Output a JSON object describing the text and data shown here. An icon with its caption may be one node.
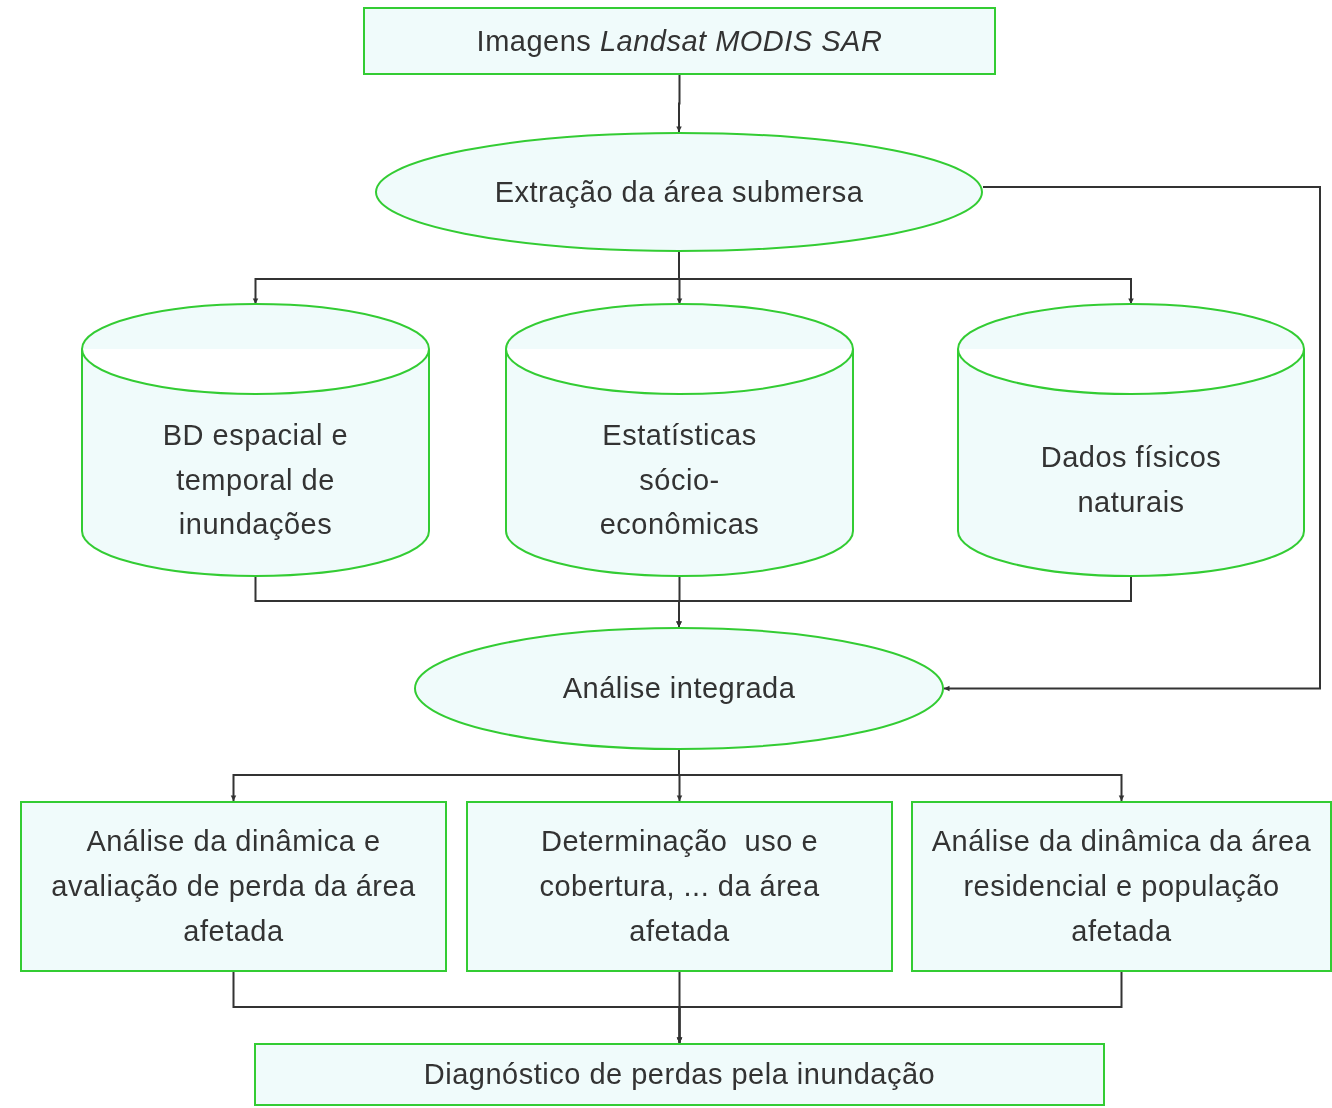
{
  "diagram": {
    "nodes": [
      {
        "text": [
          "Imagens *Landsat MODIS SAR*"
        ]
      },
      {
        "text": [
          "Extração da área submersa"
        ]
      },
      {
        "text": [
          "BD espacial e temporal de inundações"
        ]
      },
      {
        "text": [
          "Estatísticas sócio-econômicas"
        ]
      },
      {
        "text": [
          "Dados físicos naturais"
        ]
      },
      {
        "text": [
          "Análise integrada"
        ]
      },
      {
        "text": [
          "Análise da dinâmica e avaliação de perda da área afetada"
        ]
      },
      {
        "text": [
          "Determinação  uso e cobertura, ... da área afetada"
        ]
      },
      {
        "text": [
          "Análise da dinâmica da área residencial e população afetada"
        ]
      },
      {
        "text": [
          "Diagnóstico de perdas pela inundação"
        ]
      }
    ],
    "edges": [
      {
        "from": 0,
        "to": 1,
        "arrow": "to"
      },
      {
        "from": 1,
        "to": 2,
        "arrow": "to"
      },
      {
        "from": 1,
        "to": 3,
        "arrow": "to"
      },
      {
        "from": 1,
        "to": 4,
        "arrow": "to"
      },
      {
        "from": 1,
        "to": 5,
        "arrow": "to"
      },
      {
        "from": 2,
        "to": 5,
        "arrow": "to"
      },
      {
        "from": 3,
        "to": 5,
        "arrow": "to"
      },
      {
        "from": 4,
        "to": 5,
        "arrow": "to"
      },
      {
        "from": 5,
        "to": 6,
        "arrow": "to"
      },
      {
        "from": 5,
        "to": 7,
        "arrow": "to"
      },
      {
        "from": 5,
        "to": 8,
        "arrow": "to"
      },
      {
        "from": 6,
        "to": 9,
        "arrow": "to"
      },
      {
        "from": 7,
        "to": 9,
        "arrow": "to"
      },
      {
        "from": 8,
        "to": 9,
        "arrow": "to"
      }
    ]
  }
}
